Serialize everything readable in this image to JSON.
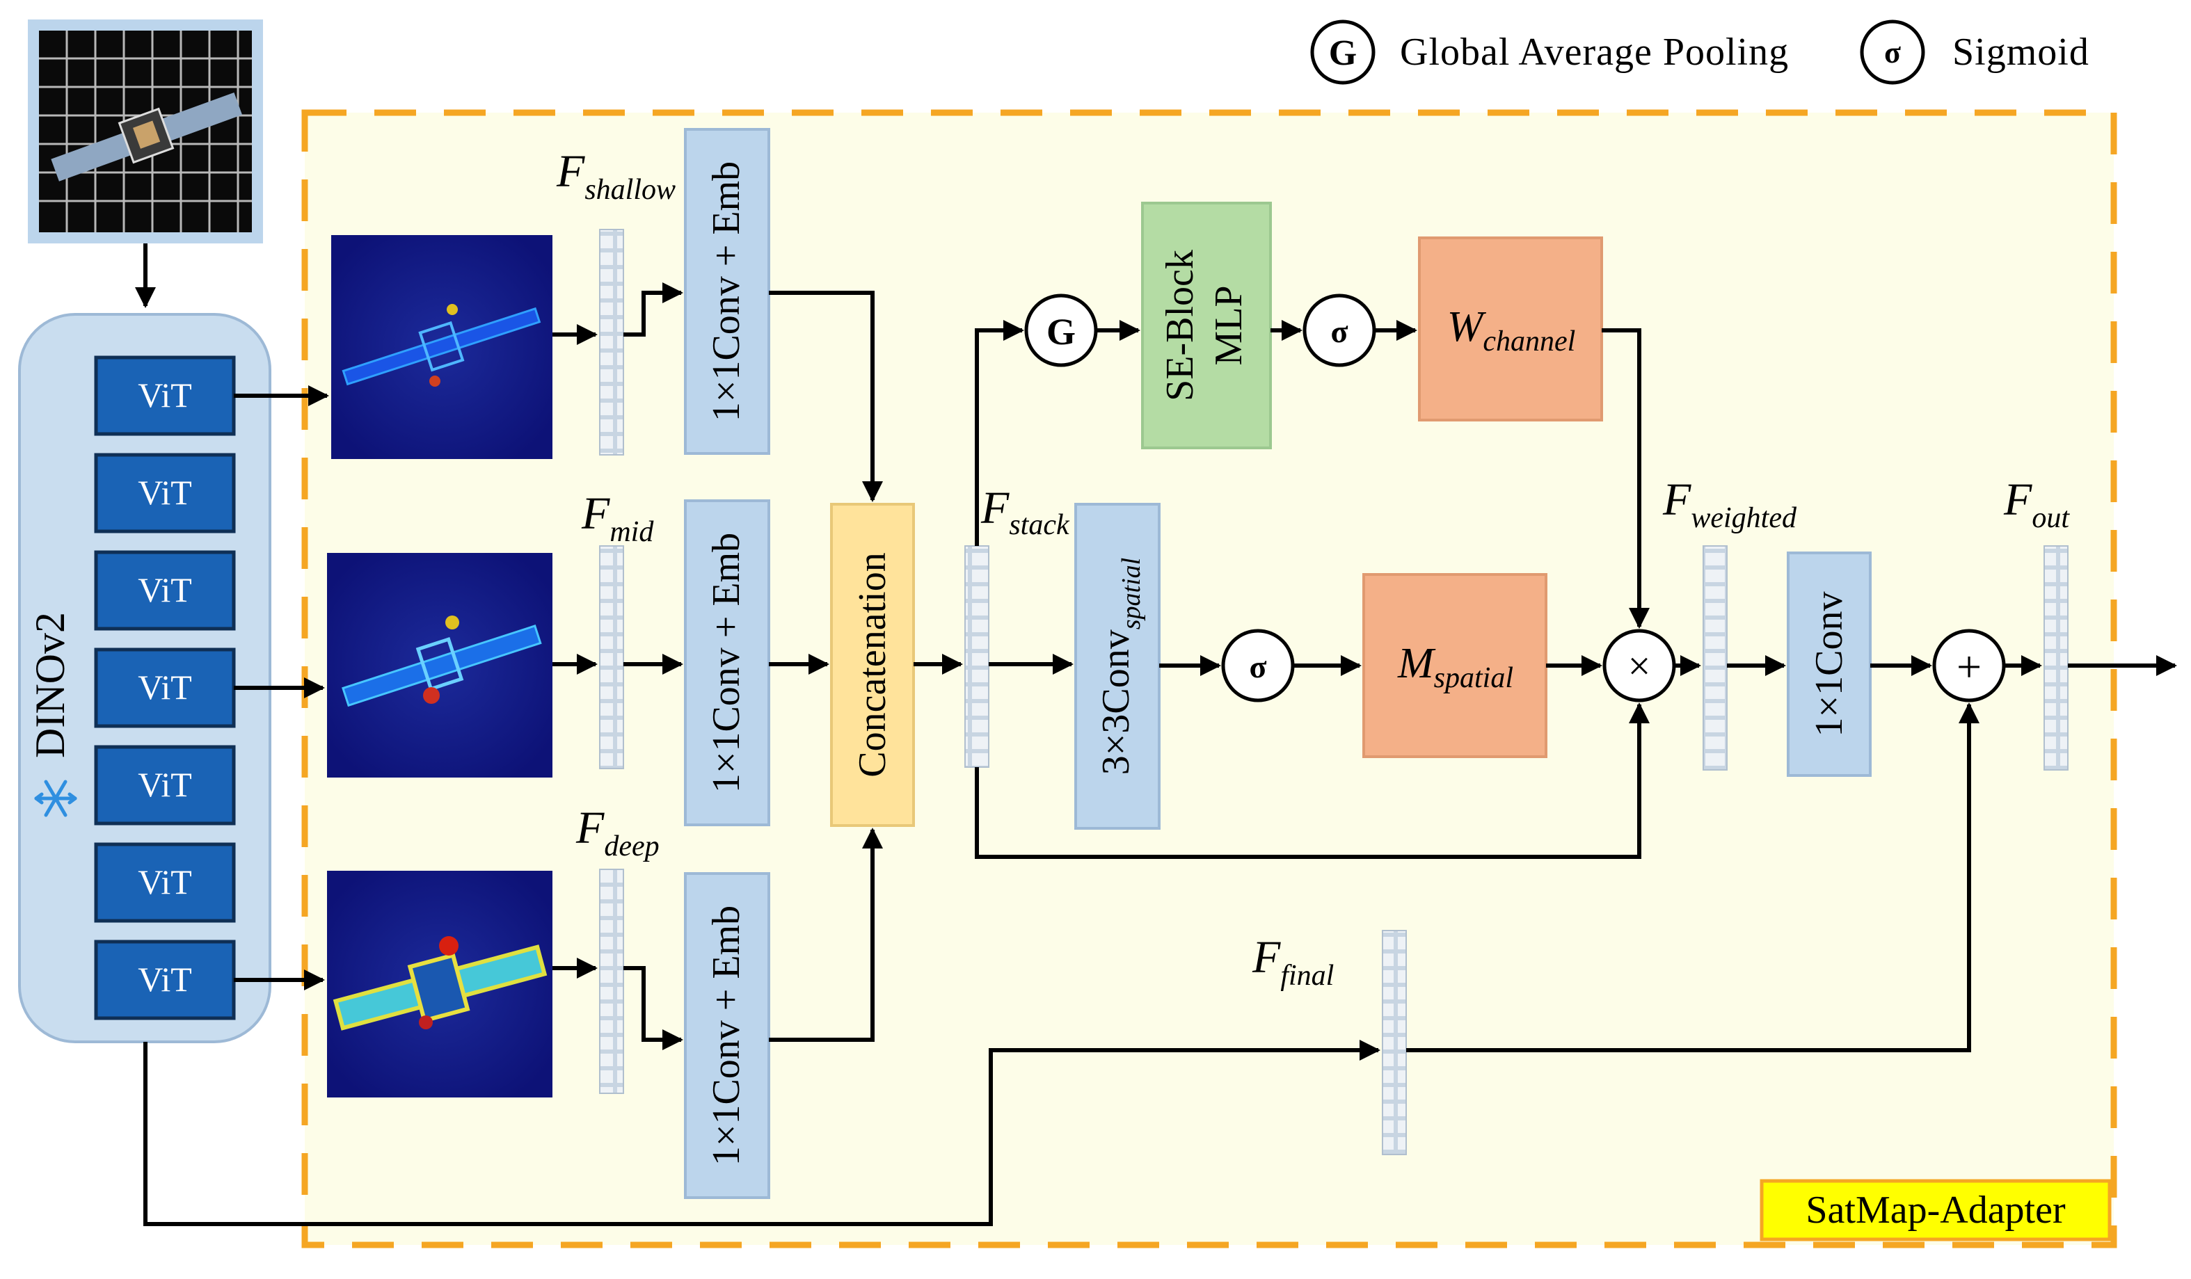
{
  "legend": {
    "g_symbol": "G",
    "g_text": "Global Average Pooling",
    "sigma_symbol": "σ",
    "sigma_text": "Sigmoid"
  },
  "backbone": {
    "name": "DINOv2",
    "frozen_icon": "snowflake-icon",
    "blocks": [
      "ViT",
      "ViT",
      "ViT",
      "ViT",
      "ViT",
      "ViT",
      "ViT"
    ]
  },
  "features": {
    "shallow": {
      "main": "F",
      "sub": "shallow"
    },
    "mid": {
      "main": "F",
      "sub": "mid"
    },
    "deep": {
      "main": "F",
      "sub": "deep"
    },
    "stack": {
      "main": "F",
      "sub": "stack"
    },
    "weighted": {
      "main": "F",
      "sub": "weighted"
    },
    "out": {
      "main": "F",
      "sub": "out"
    },
    "final": {
      "main": "F",
      "sub": "final"
    }
  },
  "blocks": {
    "emb_label": "1×1Conv + Emb",
    "concat": "Concatenation",
    "conv3": "3×3Conv",
    "conv3_sub": "spatial",
    "se_line1": "SE-Block",
    "se_line2": "MLP",
    "w_main": "W",
    "w_sub": "channel",
    "m_main": "M",
    "m_sub": "spatial",
    "conv1": "1×1Conv",
    "g": "G",
    "sigma": "σ",
    "multiply": "×",
    "add": "+"
  },
  "adapter_label": "SatMap-Adapter",
  "colors": {
    "adapter_bg": "#fdfde8",
    "adapter_border": "#f5a623",
    "vit_fill": "#1a63b5",
    "backbone_bg": "#c9ddef",
    "block_blue": "#bcd5ec",
    "concat": "#ffe39b",
    "se_green": "#b4dca4",
    "salmon": "#f4b088",
    "label_yellow": "#ffff00"
  }
}
